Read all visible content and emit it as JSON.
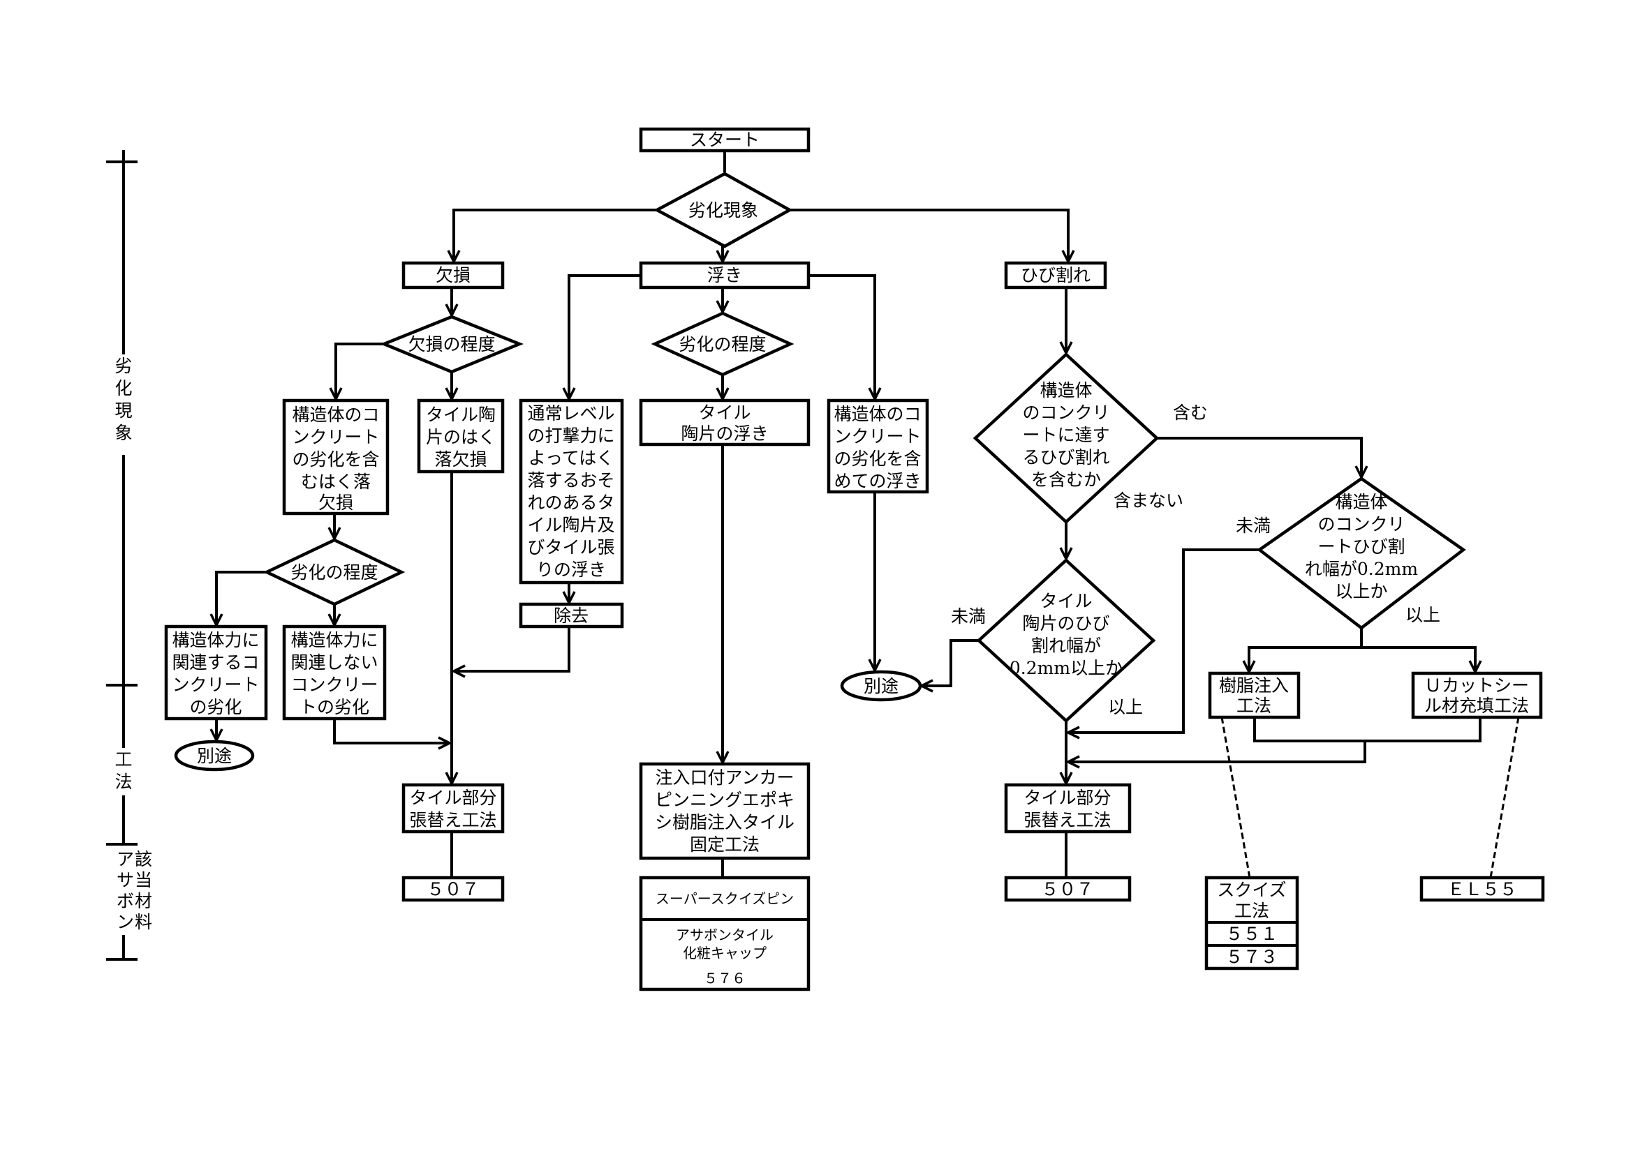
{
  "axis": {
    "sections": [
      {
        "label": [
          "劣",
          "化",
          "現",
          "象"
        ]
      },
      {
        "label": [
          "工",
          "法"
        ]
      },
      {
        "label": [
          "該 ア",
          "当 サ",
          "材 ボ",
          "料 ン"
        ],
        "label_cols": [
          "該当材料",
          "アサボン"
        ]
      }
    ]
  },
  "nodes": {
    "start": [
      "スタート"
    ],
    "phenomenon": [
      "劣化現象"
    ],
    "kesson": [
      "欠損"
    ],
    "uki": [
      "浮き"
    ],
    "hibiware": [
      "ひび割れ"
    ],
    "kesson_degree": [
      "欠損の程度"
    ],
    "struct_peel": [
      "構造体のコ",
      "ンクリート",
      "の劣化を含",
      "むはく落",
      "欠損"
    ],
    "tile_peel": [
      "タイル陶",
      "片のはく",
      "落欠損"
    ],
    "deg_left": [
      "劣化の程度"
    ],
    "struct_related": [
      "構造体力に",
      "関連するコ",
      "ンクリート",
      "の劣化"
    ],
    "struct_unrelated": [
      "構造体力に",
      "関連しない",
      "コンクリー",
      "トの劣化"
    ],
    "betto_left": [
      "別途"
    ],
    "normal_level": [
      "通常レベル",
      "の打撃力に",
      "よってはく",
      "落するおそ",
      "れのあるタ",
      "イル陶片及",
      "びタイル張",
      "りの浮き"
    ],
    "removal": [
      "除去"
    ],
    "deg_mid": [
      "劣化の程度"
    ],
    "tile_float": [
      "タイル",
      "陶片の浮き"
    ],
    "struct_float": [
      "構造体のコ",
      "ンクリート",
      "の劣化を含",
      "めての浮き"
    ],
    "betto_mid": [
      "別途"
    ],
    "replace_left": [
      "タイル部分",
      "張替え工法"
    ],
    "code_507_left": [
      "５０７"
    ],
    "anchor_method": [
      "注入口付アンカー",
      "ピンニングエポキ",
      "シ樹脂注入タイル",
      "固定工法"
    ],
    "materials_mid_top": [
      "スーパースクイズピン"
    ],
    "materials_mid_bottom": [
      "アサボンタイル",
      "化粧キャップ",
      "５７６"
    ],
    "crack_decision": [
      "構造体",
      "のコンクリ",
      "ートに達す",
      "るひび割れ",
      "を含むか"
    ],
    "crack_width_struct": [
      "構造体",
      "のコンクリ",
      "ートひび割",
      "れ幅が0.2mm",
      "以上か"
    ],
    "crack_width_tile": [
      "タイル",
      "陶片のひび",
      "割れ幅が",
      "0.2mm以上か"
    ],
    "resin_injection": [
      "樹脂注入",
      "工法"
    ],
    "ucut": [
      "Ｕカットシー",
      "ル材充填工法"
    ],
    "replace_right": [
      "タイル部分",
      "張替え工法"
    ],
    "code_507_right": [
      "５０７"
    ],
    "squeeze": [
      "スクイズ",
      "工法"
    ],
    "code_551": [
      "５５１"
    ],
    "code_573": [
      "５７３"
    ],
    "code_el55": [
      "ＥＬ５５"
    ]
  },
  "edge_labels": {
    "includes": "含む",
    "not_includes": "含まない",
    "below_struct": "未満",
    "above_struct": "以上",
    "below_tile": "未満",
    "above_tile": "以上"
  }
}
